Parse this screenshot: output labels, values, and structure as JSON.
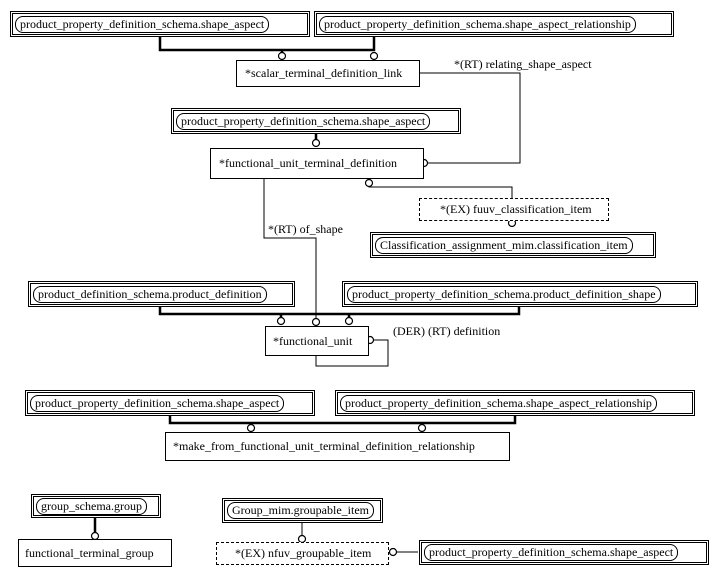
{
  "nodes": {
    "ref_shape_aspect_1": "product_property_definition_schema.shape_aspect",
    "ref_shape_aspect_relationship_1": "product_property_definition_schema.shape_aspect_relationship",
    "scalar_terminal_definition_link": "*scalar_terminal_definition_link",
    "ref_shape_aspect_2": "product_property_definition_schema.shape_aspect",
    "functional_unit_terminal_definition": "*functional_unit_terminal_definition",
    "fuuv_classification_item": "*(EX) fuuv_classification_item",
    "classification_item": "Classification_assignment_mim.classification_item",
    "product_definition": "product_definition_schema.product_definition",
    "product_definition_shape": "product_property_definition_schema.product_definition_shape",
    "functional_unit": "*functional_unit",
    "ref_shape_aspect_3": "product_property_definition_schema.shape_aspect",
    "ref_shape_aspect_relationship_2": "product_property_definition_schema.shape_aspect_relationship",
    "make_from_relationship": "*make_from_functional_unit_terminal_definition_relationship",
    "group": "group_schema.group",
    "functional_terminal_group": "functional_terminal_group",
    "groupable_item": "Group_mim.groupable_item",
    "nfuv_groupable_item": "*(EX) nfuv_groupable_item",
    "ref_shape_aspect_4": "product_property_definition_schema.shape_aspect"
  },
  "edge_labels": {
    "relating_shape_aspect": "*(RT) relating_shape_aspect",
    "of_shape": "*(RT) of_shape",
    "definition": "(DER) (RT) definition"
  }
}
